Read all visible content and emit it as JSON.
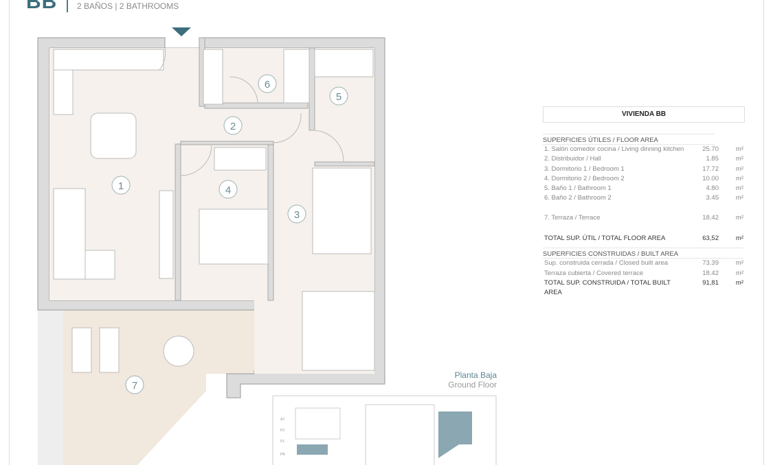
{
  "header": {
    "code": "BB",
    "subtitle": "2 BAÑOS | 2 BATHROOMS"
  },
  "plan": {
    "room_numbers": [
      "1",
      "2",
      "3",
      "4",
      "5",
      "6",
      "7"
    ],
    "accent": "#3d6e7c"
  },
  "table": {
    "title": "VIVIENDA BB",
    "floor_area_heading": "SUPERFICIES ÚTILES / FLOOR AREA",
    "floor_rows": [
      {
        "label": "1. Salón comedor cocina / Living dinning kitchen",
        "value": "25.70",
        "unit": "m²"
      },
      {
        "label": "2. Distribuidor / Hall",
        "value": "1.85",
        "unit": "m²"
      },
      {
        "label": "3. Dormitorio 1 / Bedroom 1",
        "value": "17.72",
        "unit": "m²"
      },
      {
        "label": "4. Dormitorio 2 / Bedroom 2",
        "value": "10.00",
        "unit": "m²"
      },
      {
        "label": "5. Baño 1 / Bathroom 1",
        "value": "4.80",
        "unit": "m²"
      },
      {
        "label": "6. Baño 2 / Bathroom 2",
        "value": "3.45",
        "unit": "m²"
      }
    ],
    "terrace": {
      "label": "7. Terraza / Terrace",
      "value": "18.42",
      "unit": "m²"
    },
    "total_floor": {
      "label": "TOTAL SUP. ÚTIL / TOTAL FLOOR AREA",
      "value": "63,52",
      "unit": "m²"
    },
    "built_heading": "SUPERFICIES CONSTRUIDAS / BUILT AREA",
    "built_rows": [
      {
        "label": "Sup. construida cerrada / Closed built area",
        "value": "73.39",
        "unit": "m²"
      },
      {
        "label": "Terraza cubierta / Covered terrace",
        "value": "18.42",
        "unit": "m²"
      }
    ],
    "total_built": {
      "label": "TOTAL SUP. CONSTRUIDA /  TOTAL BUILT AREA",
      "value": "91,81",
      "unit": "m²"
    }
  },
  "floor_label": {
    "es": "Planta Baja",
    "en": "Ground Floor"
  },
  "key_plan": {
    "levels": [
      "ÁT.",
      "P2",
      "P1",
      "PB"
    ]
  }
}
